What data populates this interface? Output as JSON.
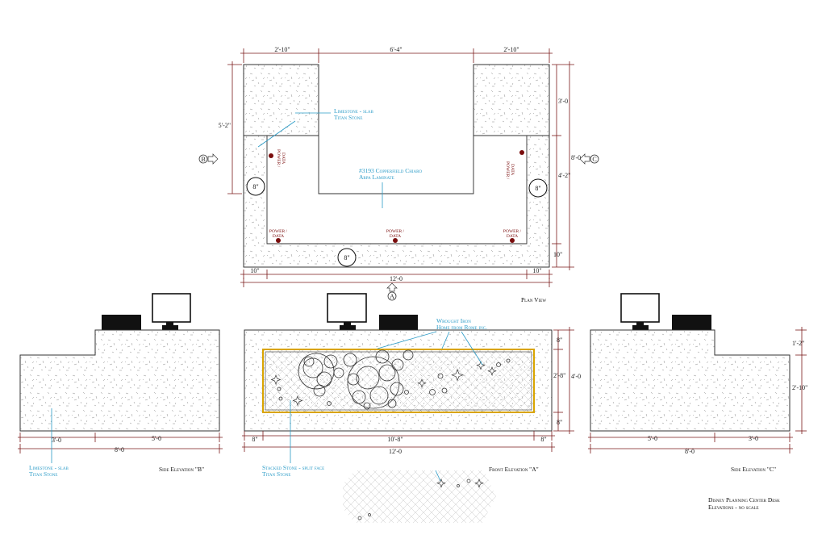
{
  "plan": {
    "dims_top": [
      "2'-10\"",
      "6'-4\"",
      "2'-10\""
    ],
    "dim_left": "5'-2\"",
    "dims_right": [
      "3'-0",
      "4'-2\"",
      "10\""
    ],
    "dim_right_total": "8'-0",
    "dims_bottom": [
      "10\"",
      "12'-0",
      "10\""
    ],
    "callout_b": "B",
    "callout_c": "C",
    "callout_a": "A",
    "hole_label": "8\"",
    "limestone_label": [
      "Limestone - slab",
      "Titan Stone"
    ],
    "laminate_label": [
      "#3193 Copperfield Chiaro",
      "Arpa Laminate"
    ],
    "power_label": [
      "POWER /",
      "DATA"
    ],
    "title": "Plan View"
  },
  "elevation_b": {
    "dims": [
      "3'-0",
      "5'-0"
    ],
    "total": "8'-0",
    "label": [
      "Limestone - slab",
      "Titan Stone"
    ],
    "title": "Side Elevation \"B\""
  },
  "elevation_a": {
    "dims_bottom": [
      "8\"",
      "10'-8\"",
      "8\""
    ],
    "total": "12'-0",
    "dims_right": [
      "8\"",
      "2'-8\"",
      "8\""
    ],
    "dim_right_total": "4'-0",
    "iron_label": [
      "Wrought Iron",
      "Home from Rome inc."
    ],
    "stone_label": [
      "Stacked Stone - split face",
      "Titan Stone"
    ],
    "title": "Front Elevation \"A\""
  },
  "elevation_c": {
    "dims": [
      "5'-0",
      "3'-0"
    ],
    "total": "8'-0",
    "dims_right": [
      "1'-2\"",
      "2'-10\""
    ],
    "title": "Side Elevation \"C\""
  },
  "sheet": {
    "title": [
      "Disney Planning Center Desk",
      "Elevations - no scale"
    ]
  },
  "colors": {
    "dimension": "#7a1a1a",
    "label": "#2a9bc7",
    "panel_border": "#d9a400",
    "power_dot": "#7a0d0d"
  }
}
